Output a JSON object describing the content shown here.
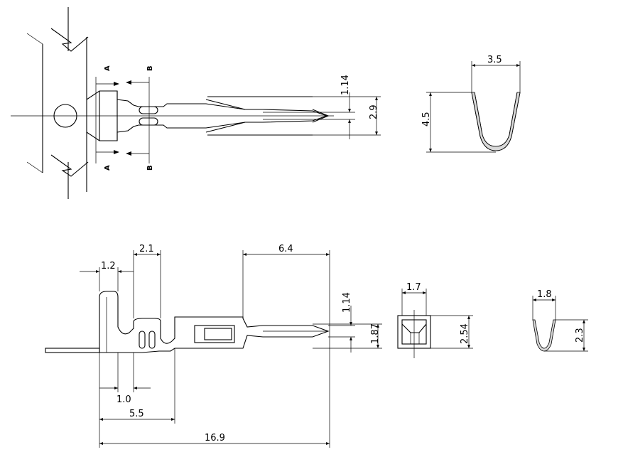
{
  "top_view": {
    "section_a_top": "A",
    "section_a_bottom": "A",
    "section_b_top": "B",
    "section_b_bottom": "B",
    "dim_tip_width": "1.14",
    "dim_overall_width": "2.9"
  },
  "section_view_top": {
    "dim_width": "3.5",
    "dim_height": "4.5"
  },
  "side_view": {
    "dim_crimp_wing_a": "1.2",
    "dim_crimp_wing_b": "2.1",
    "dim_contact_length": "6.4",
    "dim_tip_width": "1.14",
    "dim_tip_height": "1.87",
    "dim_insulation_crimp": "1.0",
    "dim_crimp_length": "5.5",
    "dim_overall_length": "16.9"
  },
  "end_view": {
    "dim_width": "1.7",
    "dim_height": "2.54"
  },
  "section_view_bottom": {
    "dim_width": "1.8",
    "dim_height": "2.3"
  }
}
